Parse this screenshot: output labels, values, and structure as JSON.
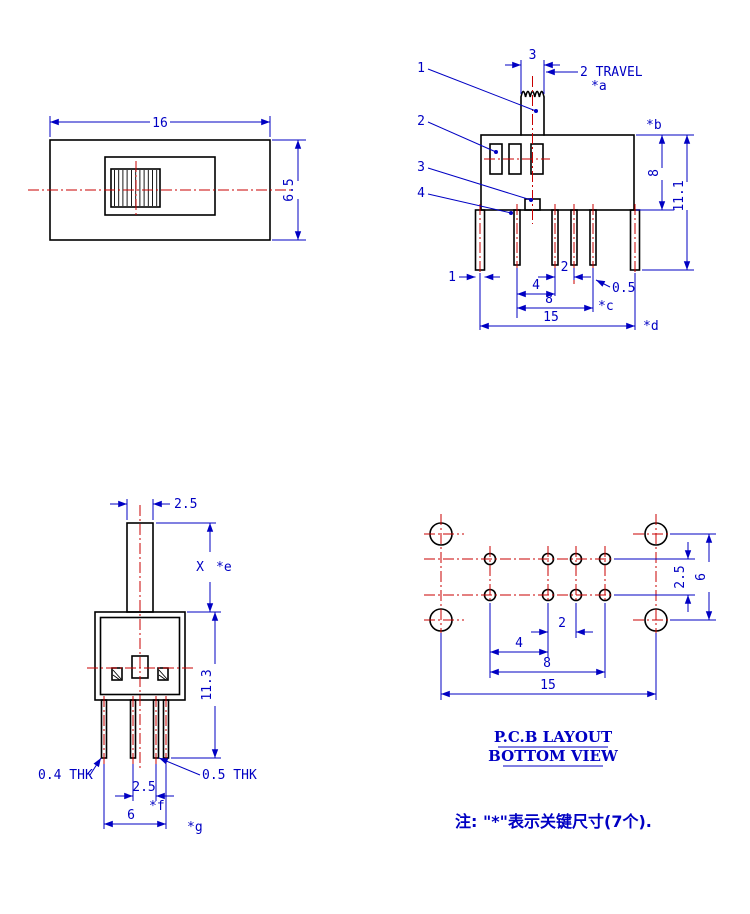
{
  "colors": {
    "outline": "#000000",
    "dim": "#0000c3",
    "center": "#c80000",
    "bg": "#ffffff"
  },
  "top_view": {
    "dim_width": "16",
    "dim_height": "6.5"
  },
  "front_view": {
    "label_1": "1",
    "label_2": "2",
    "label_3": "3",
    "label_4": "4",
    "dim_knob": "3",
    "travel": "2 TRAVEL",
    "key_a": "*a",
    "key_b": "*b",
    "dim_body": "8",
    "dim_total": "11.1",
    "dim_bracket_w": "1",
    "dim_p2": "2",
    "dim_p4": "4",
    "dim_p8": "8",
    "key_c": "*c",
    "dim_pin_w": "0.5",
    "dim_span": "15",
    "key_d": "*d"
  },
  "side_view": {
    "dim_knob": "2.5",
    "dim_x": "X",
    "key_e": "*e",
    "dim_height": "11.3",
    "thk_bracket": "0.4 THK",
    "thk_pin": "0.5 THK",
    "dim_pitch": "2.5",
    "key_f": "*f",
    "dim_span": "6",
    "key_g": "*g"
  },
  "pcb_view": {
    "dim_p2": "2",
    "dim_p4": "4",
    "dim_p8": "8",
    "dim_span": "15",
    "dim_row": "2.5",
    "dim_bracket_row": "6",
    "title_line1": "P.C.B LAYOUT",
    "title_line2": "BOTTOM VIEW"
  },
  "note": "注: \"*\"表示关键尺寸(7个)."
}
